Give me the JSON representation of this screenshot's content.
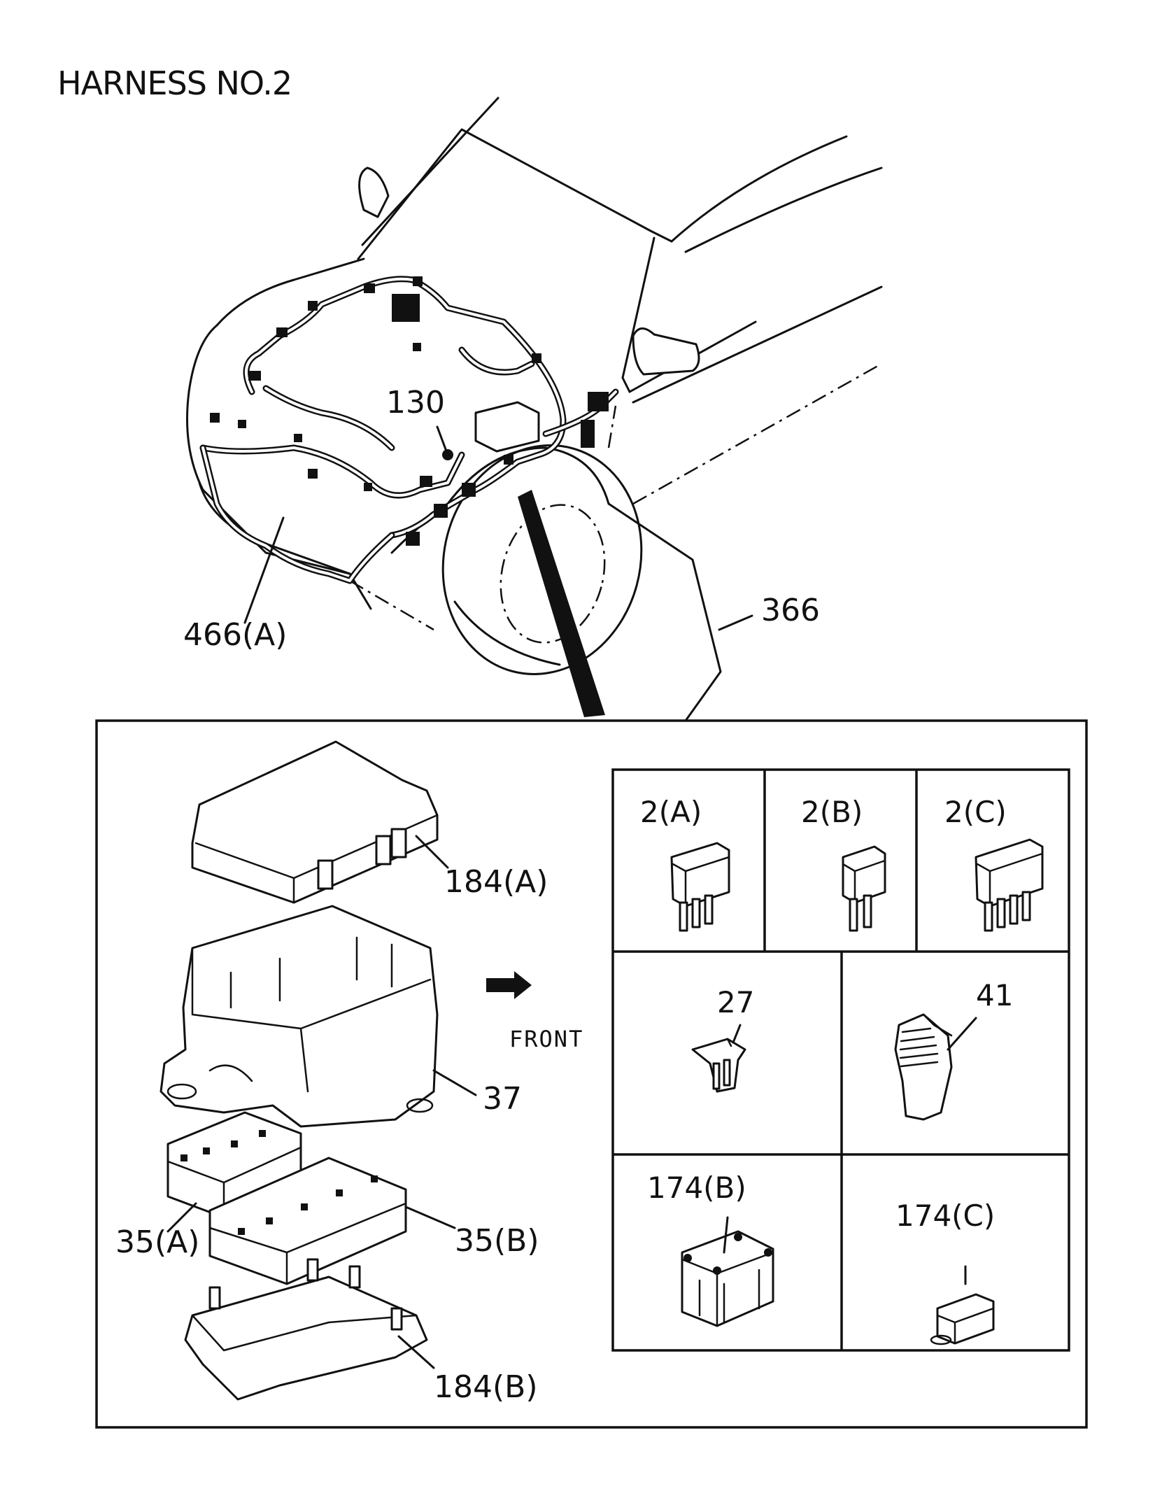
{
  "title": "HARNESS NO.2",
  "callouts": {
    "c130": "130",
    "c366": "366",
    "c466a": "466(A)",
    "c184a": "184(A)",
    "c37": "37",
    "c35a": "35(A)",
    "c35b": "35(B)",
    "c184b": "184(B)",
    "front": "FRONT"
  },
  "grid": {
    "c2a": "2(A)",
    "c2b": "2(B)",
    "c2c": "2(C)",
    "c27": "27",
    "c41": "41",
    "c174b": "174(B)",
    "c174c": "174(C)"
  }
}
